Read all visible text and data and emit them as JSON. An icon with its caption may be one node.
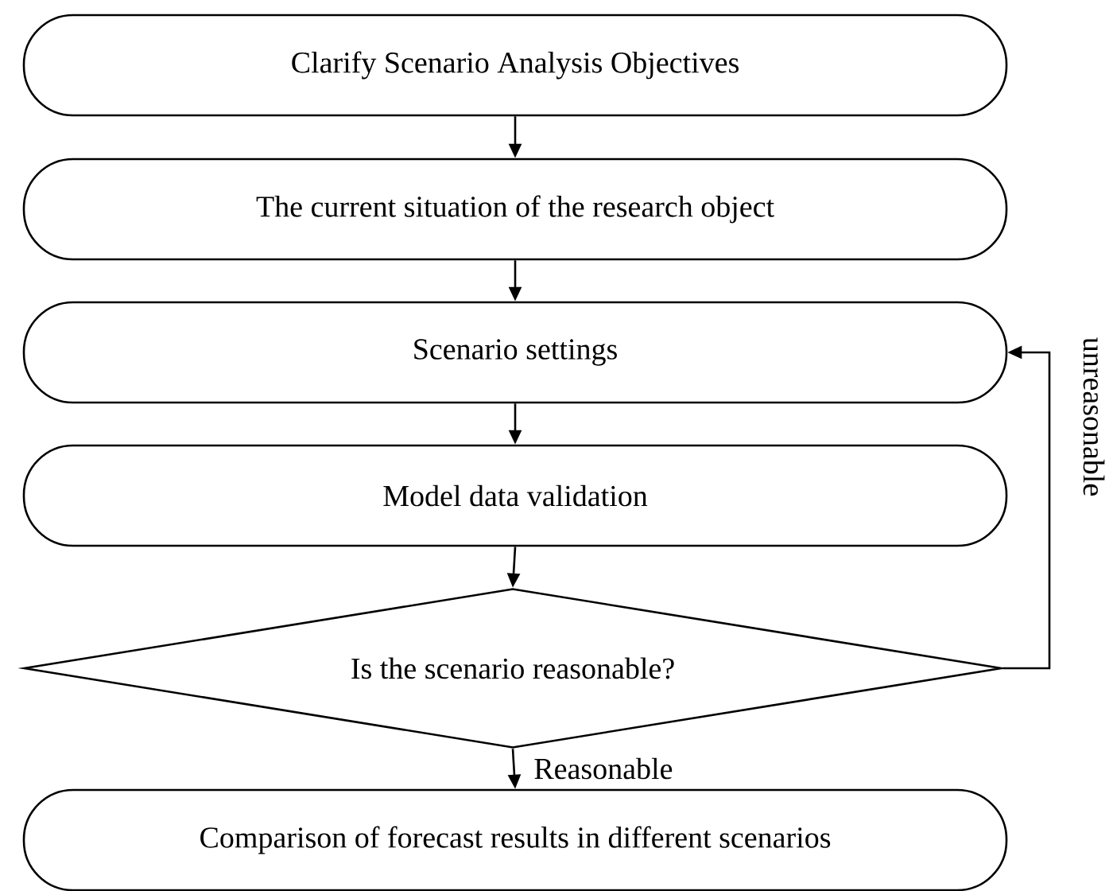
{
  "diagram": {
    "nodes": [
      {
        "text": [
          "Clarify Scenario Analysis Objectives"
        ]
      },
      {
        "text": [
          "The current situation of the research object"
        ]
      },
      {
        "text": [
          "Scenario settings"
        ]
      },
      {
        "text": [
          "Model data validation"
        ]
      },
      {
        "text": [
          "Is the scenario reasonable?"
        ]
      },
      {
        "text": [
          "Comparison of forecast results in different scenarios"
        ]
      }
    ],
    "edges": [
      {
        "from": 0,
        "to": 1,
        "arrow": "to"
      },
      {
        "from": 1,
        "to": 2,
        "arrow": "to"
      },
      {
        "from": 2,
        "to": 3,
        "arrow": "to"
      },
      {
        "from": 3,
        "to": 4,
        "arrow": "to"
      },
      {
        "from": 4,
        "to": 5,
        "arrow": "to",
        "label": "Reasonable"
      },
      {
        "from": 4,
        "to": 2,
        "arrow": "to",
        "label": "unreasonable"
      }
    ]
  }
}
